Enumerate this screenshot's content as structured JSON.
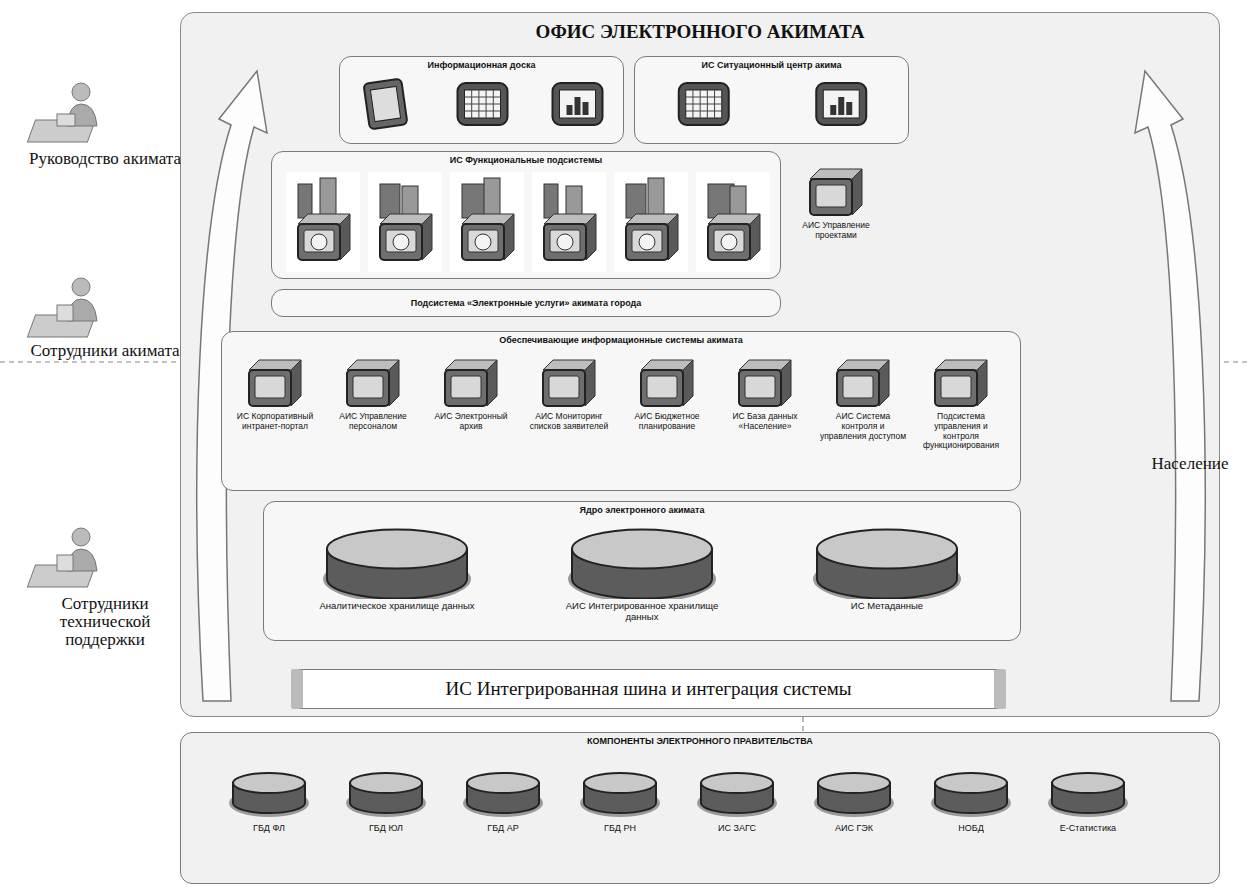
{
  "diagram": {
    "nodes": [
      {
        "text": [
          "ОФИС ЭЛЕКТРОННОГО АКИМАТА"
        ]
      },
      {
        "text": [
          "Информационная доска"
        ],
        "in": 0
      },
      {
        "text": [
          "ИС Ситуационный центр акима"
        ],
        "in": 0
      },
      {
        "text": [
          "ИС Функциональные подсистемы"
        ],
        "in": 0
      },
      {
        "text": [
          "АИС Управление проектами"
        ],
        "in": 0
      },
      {
        "text": [
          "Подсистема «Электронные услуги» акимата города"
        ],
        "in": 0
      },
      {
        "text": [
          "Обеспечивающие информационные системы акимата"
        ],
        "in": 0
      },
      {
        "text": [
          "ИС Корпоративный интранет-портал"
        ],
        "in": 6
      },
      {
        "text": [
          "АИС Управление персоналом"
        ],
        "in": 6
      },
      {
        "text": [
          "АИС Электронный архив"
        ],
        "in": 6
      },
      {
        "text": [
          "АИС Мониторинг списков заявителей"
        ],
        "in": 6
      },
      {
        "text": [
          "АИС Бюджетное планирование"
        ],
        "in": 6
      },
      {
        "text": [
          "ИС База данных «Население»"
        ],
        "in": 6
      },
      {
        "text": [
          "АИС Система контроля и управления доступом"
        ],
        "in": 6
      },
      {
        "text": [
          "Подсистема управления и контроля функционирования"
        ],
        "in": 6
      },
      {
        "text": [
          "Ядро электронного акимата"
        ],
        "in": 0
      },
      {
        "text": [
          "Аналитическое хранилище данных"
        ],
        "in": 15
      },
      {
        "text": [
          "АИС Интегрированное хранилище данных"
        ],
        "in": 15
      },
      {
        "text": [
          "ИС Метаданные"
        ],
        "in": 15
      },
      {
        "text": [
          "ИС Интегрированная шина и интеграция системы"
        ],
        "in": 0
      },
      {
        "text": [
          "КОМПОНЕНТЫ ЭЛЕКТРОННОГО ПРАВИТЕЛЬСТВА"
        ]
      },
      {
        "text": [
          "ГБД ФЛ"
        ],
        "in": 20
      },
      {
        "text": [
          "ГБД ЮЛ"
        ],
        "in": 20
      },
      {
        "text": [
          "ГБД АР"
        ],
        "in": 20
      },
      {
        "text": [
          "ГБД РН"
        ],
        "in": 20
      },
      {
        "text": [
          "ИС ЗАГС"
        ],
        "in": 20
      },
      {
        "text": [
          "АИС ГЭК"
        ],
        "in": 20
      },
      {
        "text": [
          "НОБД"
        ],
        "in": 20
      },
      {
        "text": [
          "Е-Статистика"
        ],
        "in": 20
      }
    ],
    "labels": [
      "Руководство акимата",
      "Сотрудники акимата",
      "Сотрудники технической поддержки",
      "Население"
    ]
  }
}
